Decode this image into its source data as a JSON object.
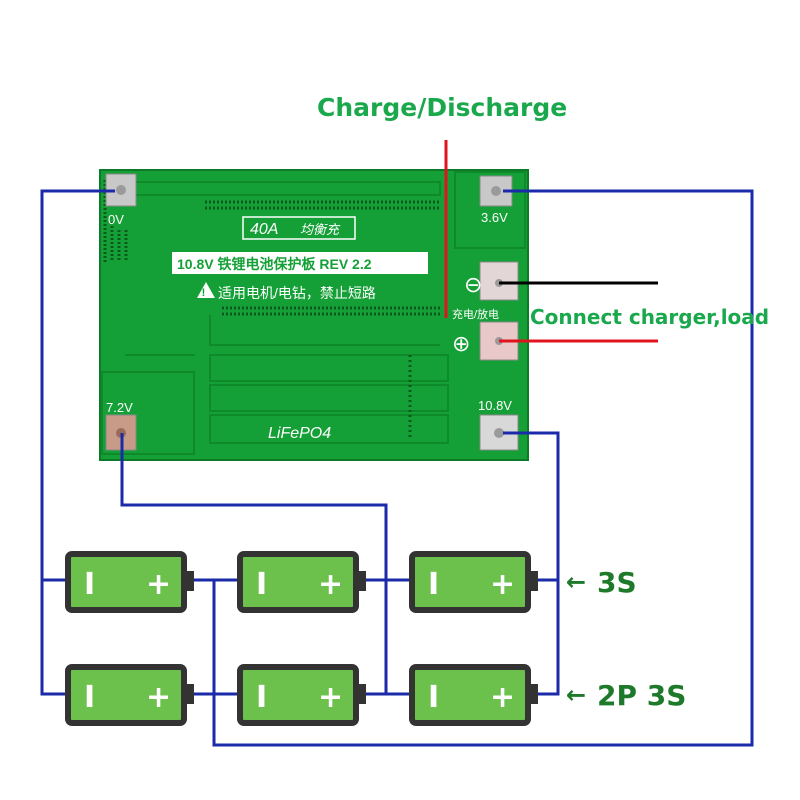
{
  "title": "Charge/Discharge",
  "connect_label": "Connect charger,load",
  "series_label": "3S",
  "parallel_label": "2P 3S",
  "arrow": "←",
  "board": {
    "current": "40A",
    "balance": "均衡充",
    "spec": "10.8V 铁锂电池保护板 REV 2.2",
    "warning": "适用电机/电钻，禁止短路",
    "chemistry": "LiFePO4",
    "port_label": "充电/放电",
    "minus": "⊖",
    "plus": "⊕",
    "tap_0v": "0V",
    "tap_36v": "3.6V",
    "tap_72v": "7.2V",
    "tap_108v": "10.8V",
    "warning_icon": "!"
  },
  "battery": {
    "neg": "I",
    "pos": "+"
  },
  "colors": {
    "board": "#14a036",
    "board_dark": "#0e8a2b",
    "wire_blue": "#1a2aa8",
    "wire_black": "#000000",
    "wire_red": "#e0141e",
    "battery_fill": "#6cc14c",
    "battery_frame": "#333333",
    "label_green": "#1aa84c"
  }
}
